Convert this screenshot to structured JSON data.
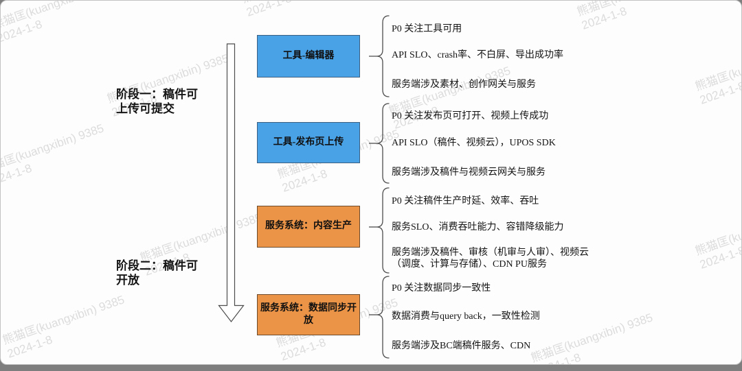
{
  "watermark": {
    "line1": "熊猫匡(kuangxibin) 9385",
    "line2": "2024-1-8"
  },
  "stages": [
    {
      "label": "阶段一：稿件可上传可提交"
    },
    {
      "label": "阶段二：稿件可开放"
    }
  ],
  "rows": [
    {
      "box": "工具-编辑器",
      "color": "blue",
      "points": [
        "P0 关注工具可用",
        "API SLO、crash率、不白屏、导出成功率",
        "服务端涉及素材、创作网关与服务"
      ]
    },
    {
      "box": "工具-发布页上传",
      "color": "blue",
      "points": [
        "P0 关注发布页可打开、视频上传成功",
        "API SLO（稿件、视频云），UPOS SDK",
        "服务端涉及稿件与视频云网关与服务"
      ]
    },
    {
      "box": "服务系统：内容生产",
      "color": "orange",
      "points": [
        "P0 关注稿件生产时延、效率、吞吐",
        "服务SLO、消费吞吐能力、容错降级能力",
        "服务端涉及稿件、审核（机审与人审）、视频云（调度、计算与存储）、CDN PU服务"
      ]
    },
    {
      "box": "服务系统：数据同步开放",
      "color": "orange",
      "points": [
        "P0 关注数据同步一致性",
        "数据消费与query back，一致性检测",
        "服务端涉及BC端稿件服务、CDN"
      ]
    }
  ],
  "colors": {
    "blue_fill": "#4aa2e6",
    "orange_fill": "#eb9447",
    "stroke": "#4d4d4d",
    "watermark": "#dcdcdc"
  }
}
